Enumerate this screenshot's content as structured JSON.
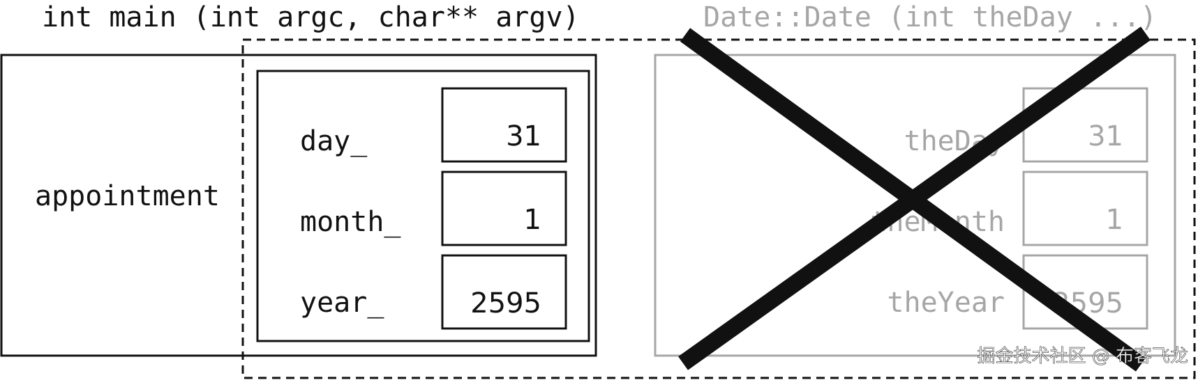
{
  "colors": {
    "ink": "#111111",
    "faded": "#a6a6a6",
    "cross": "#111111",
    "watermark": "#ffffff",
    "background": "#ffffff"
  },
  "main_frame": {
    "label": "int main (int argc, char** argv)",
    "variable": "appointment",
    "fields": [
      {
        "name": "day_",
        "value": "31"
      },
      {
        "name": "month_",
        "value": "1"
      },
      {
        "name": "year_",
        "value": "2595"
      }
    ]
  },
  "ctor_frame": {
    "label": "Date::Date (int theDay ...)",
    "params": [
      {
        "name": "theDay",
        "value": "31"
      },
      {
        "name": "theMonth",
        "value": "1"
      },
      {
        "name": "theYear",
        "value": "2595"
      }
    ]
  },
  "watermark": {
    "text": "掘金技术社区 @ 布客飞龙"
  }
}
